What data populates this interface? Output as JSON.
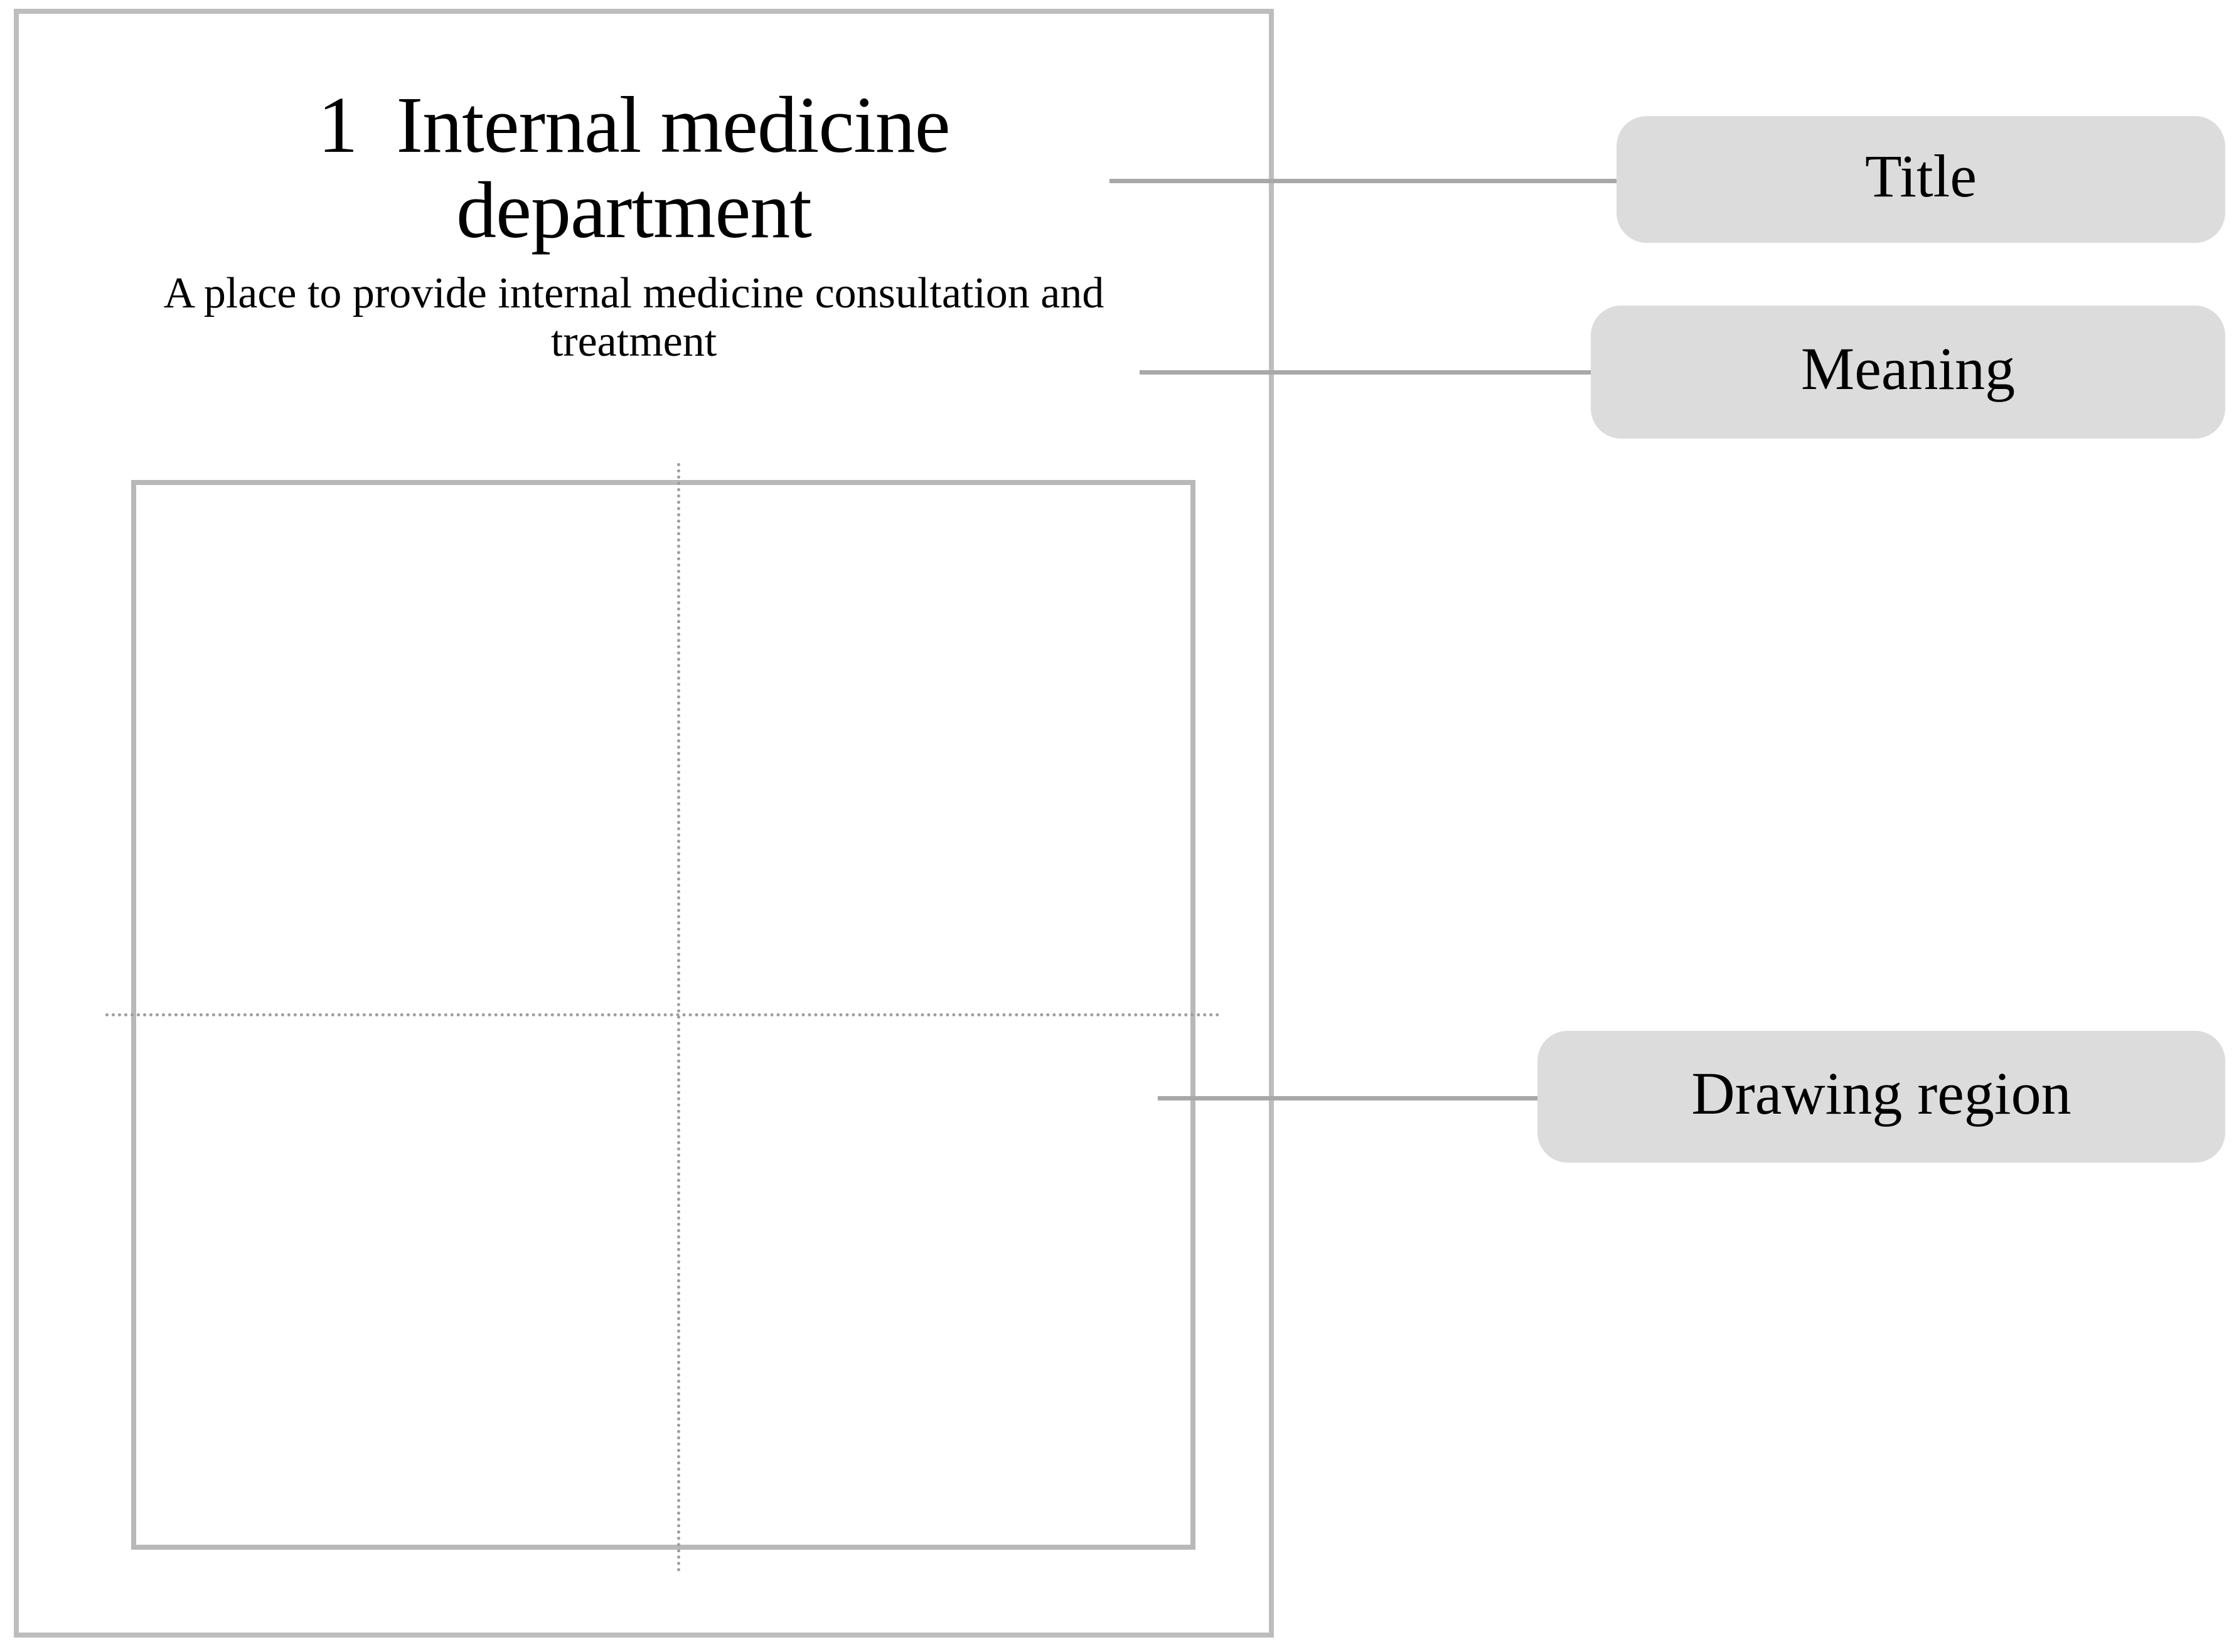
{
  "page": {
    "number": "1",
    "title": "Internal medicine department",
    "meaning": "A place to provide internal medicine consultation and treatment"
  },
  "callouts": {
    "title_label": "Title",
    "meaning_label": "Meaning",
    "drawing_region_label": "Drawing region"
  },
  "colors": {
    "page_border": "#bdbdbd",
    "drawing_region_border": "#b8b8b8",
    "guide_line": "#9d9d9d",
    "connector": "#a8a8a8",
    "callout_background": "#dcdcdc",
    "text": "#000000",
    "page_background": "#ffffff"
  }
}
